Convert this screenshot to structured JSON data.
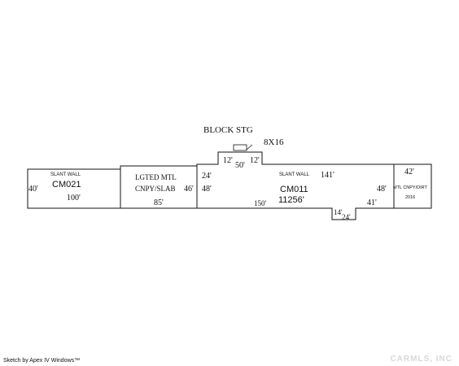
{
  "sketch": {
    "title": "BLOCK STG",
    "block_size": "8X16",
    "cm021": {
      "desc": "SLANT WALL",
      "code": "CM021",
      "height": "40'",
      "width": "100'"
    },
    "canopy": {
      "desc_line1": "LGTED MTL",
      "desc_line2": "CNPY/SLAB",
      "height": "46'",
      "width": "85'"
    },
    "cm011": {
      "desc": "SLANT WALL",
      "code": "CM011",
      "area": "11256'",
      "dim_top_left": "24'",
      "dim_left": "48'",
      "dim_top": "141'",
      "dim_right": "48'",
      "dim_bottom_right": "41'",
      "dim_bottom": "150'"
    },
    "top_bump": {
      "left": "12'",
      "top": "50'",
      "right": "12'"
    },
    "bottom_bump": {
      "left": "14'",
      "bottom": "24'"
    },
    "dirt_canopy": {
      "top": "42'",
      "desc": "MTL CNPY/DIRT",
      "year": "2016"
    }
  },
  "footer": {
    "credit": "Sketch by Apex IV Windows™"
  },
  "watermark": {
    "text": "CARMLS, INC"
  }
}
